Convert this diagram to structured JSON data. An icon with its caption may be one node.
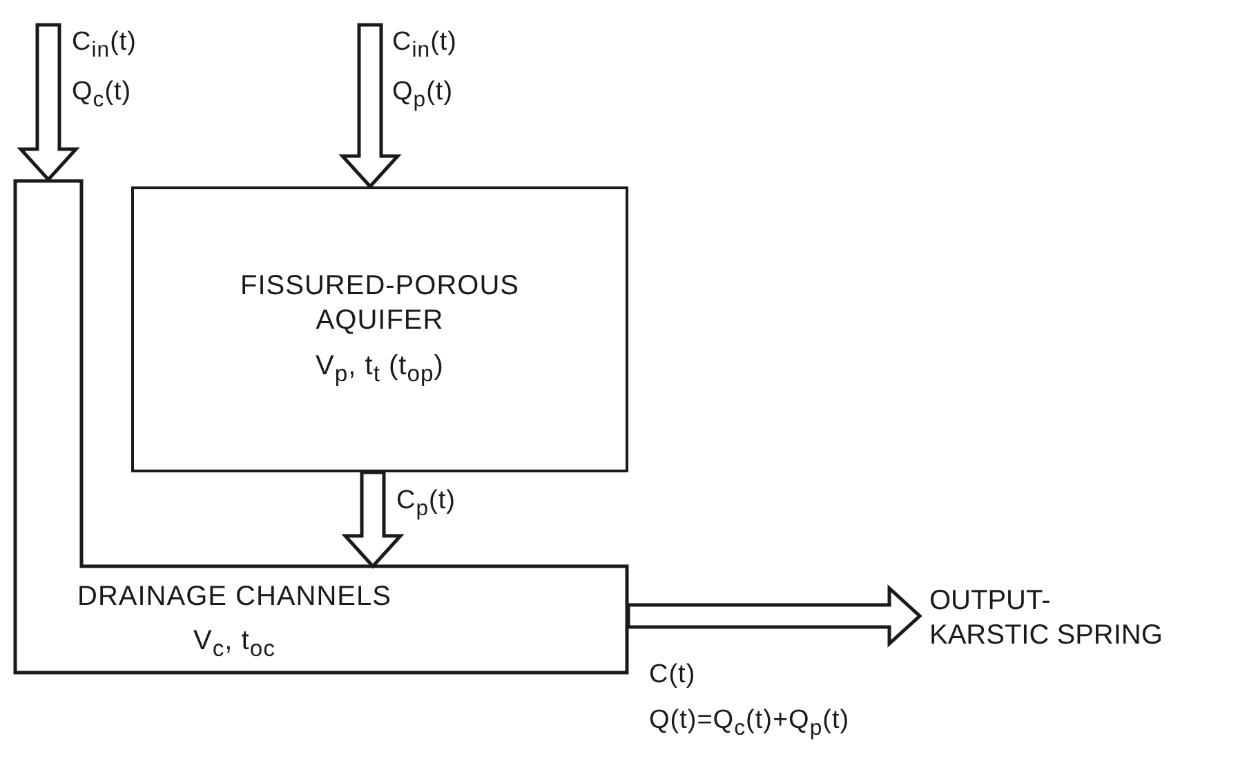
{
  "diagram": {
    "nodes": [
      {
        "text": [
          "FISSURED-POROUS AQUIFER",
          "V$_{p}$, t$_{t}$ (t$_{op}$)"
        ]
      },
      {
        "text": [
          "DRAINAGE CHANNELS",
          "V$_{c}$, t$_{oc}$"
        ]
      },
      {
        "text": [
          "OUTPUT- KARSTIC SPRING"
        ]
      }
    ],
    "edges": [
      {
        "from": null,
        "to": 1,
        "arrow": "to",
        "label": "C$_{in}$(t) Q$_{c}$(t)"
      },
      {
        "from": null,
        "to": 0,
        "arrow": "to",
        "label": "C$_{in}$(t) Q$_{p}$(t)"
      },
      {
        "from": 0,
        "to": 1,
        "arrow": "to",
        "label": "C$_{p}$(t)"
      },
      {
        "from": 1,
        "to": 2,
        "arrow": "to",
        "label": "C(t) Q(t)=Q$_{c}$(t)+Q$_{p}$(t)"
      }
    ]
  }
}
